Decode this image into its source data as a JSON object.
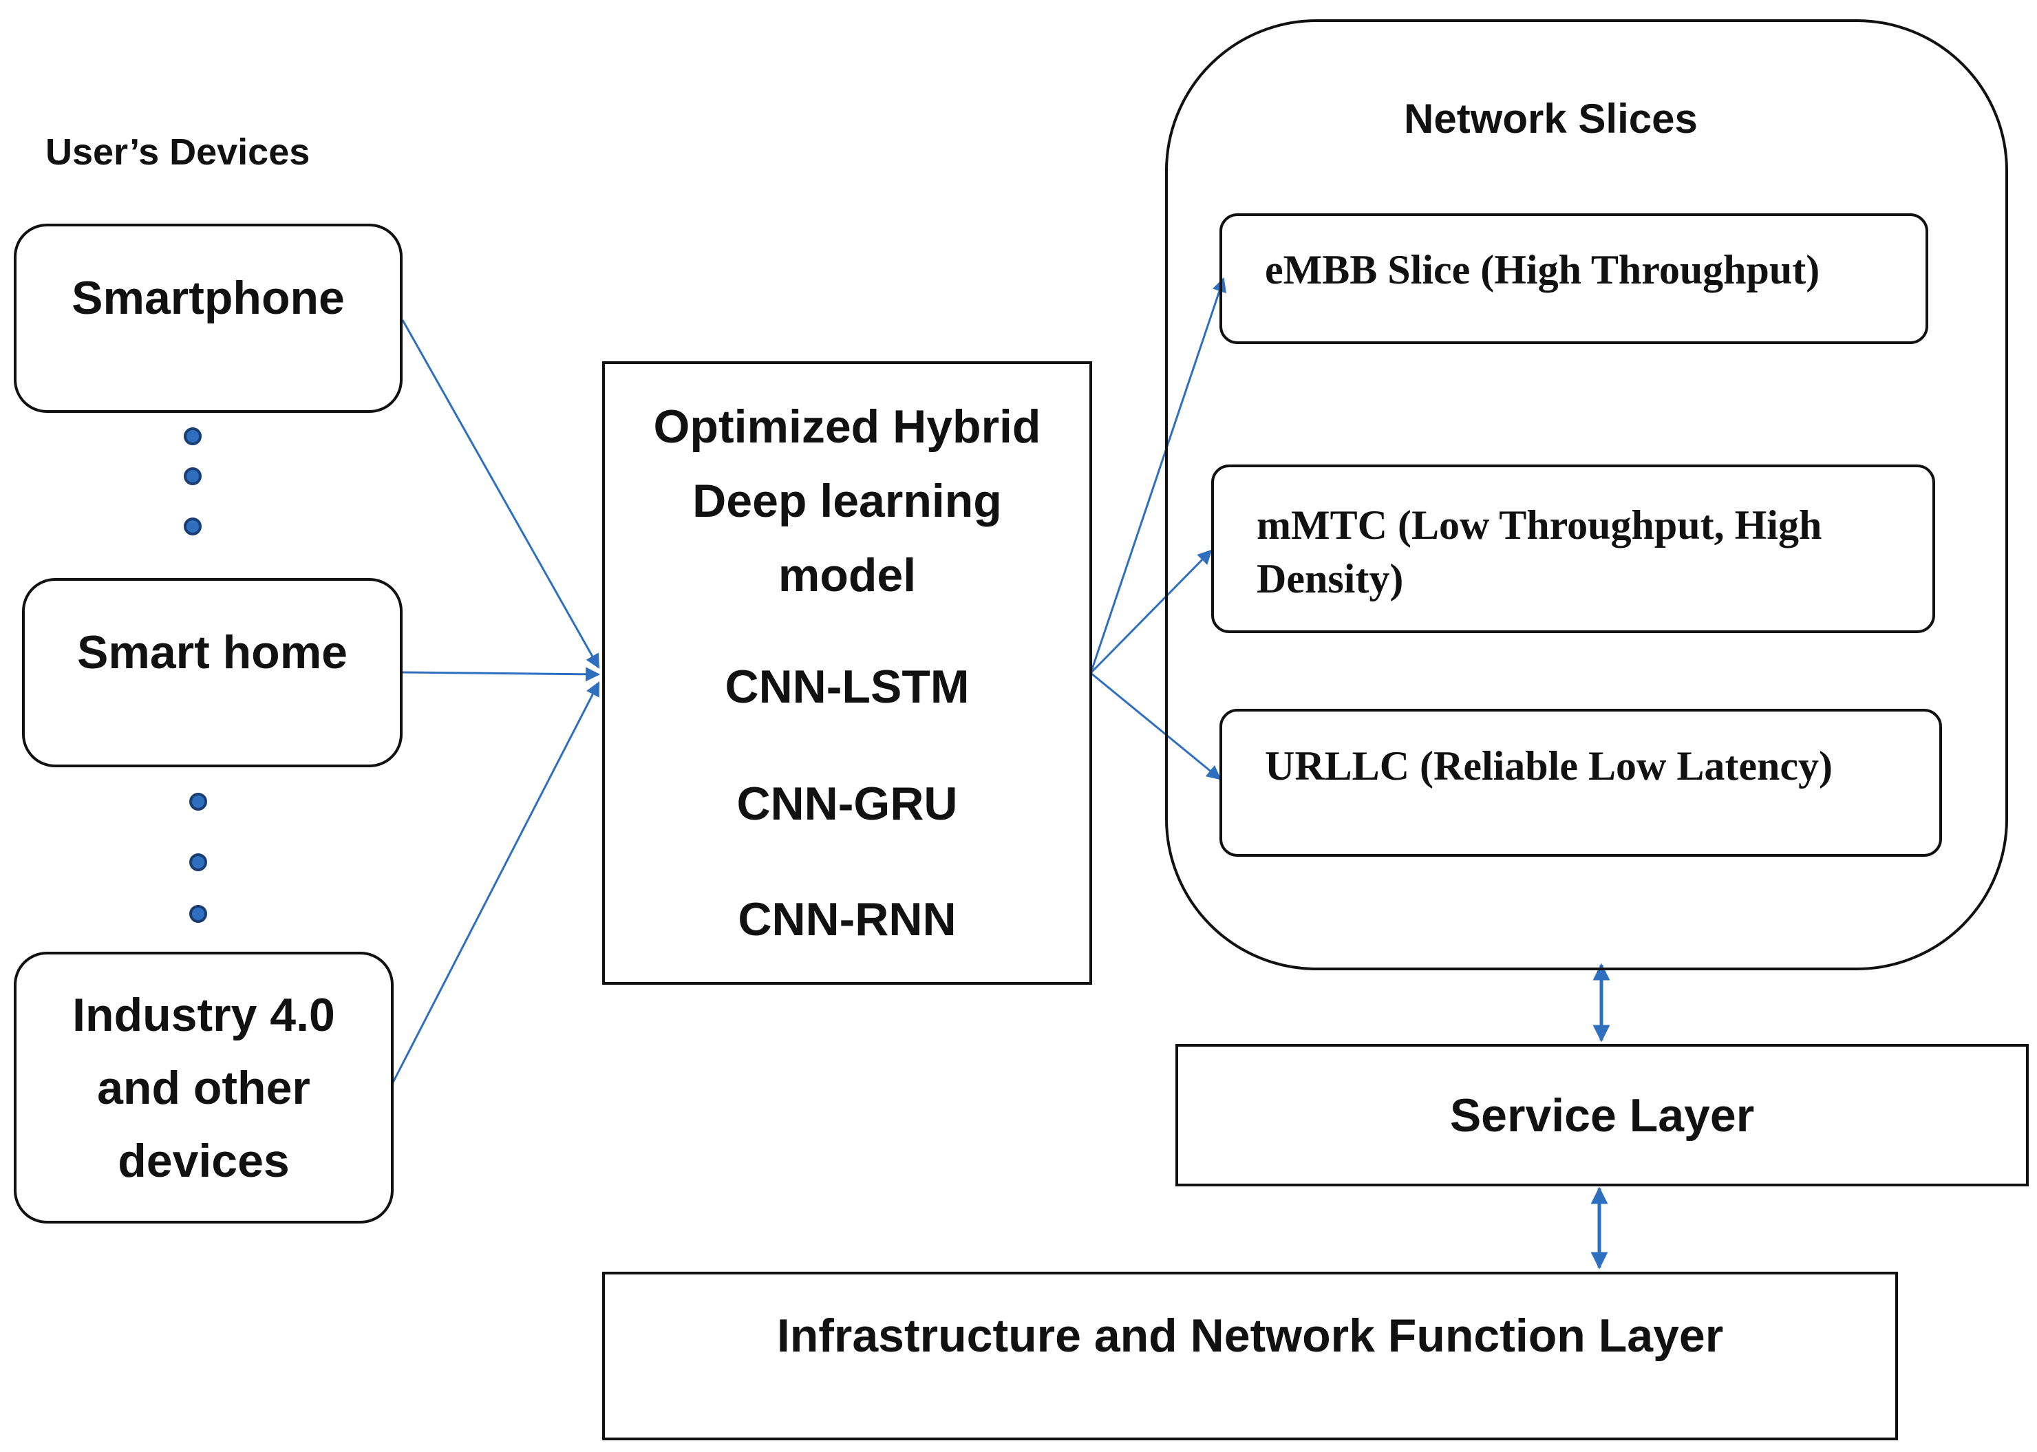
{
  "users_title": "User’s Devices",
  "devices": [
    "Smartphone",
    "Smart home",
    "Industry 4.0\nand other\ndevices"
  ],
  "model": {
    "title_lines": [
      "Optimized Hybrid",
      "Deep learning",
      "model"
    ],
    "variants": [
      "CNN-LSTM",
      "CNN-GRU",
      "CNN-RNN"
    ]
  },
  "network_slices": {
    "title": "Network Slices",
    "slices": [
      "eMBB Slice (High Throughput)",
      "mMTC (Low Throughput, High\nDensity)",
      "URLLC (Reliable Low Latency)"
    ]
  },
  "service_layer": "Service Layer",
  "infrastructure_layer": "Infrastructure and Network Function Layer",
  "colors": {
    "arrow": "#2e6fc0",
    "dot": "#2e6fc0",
    "border": "#111111"
  }
}
